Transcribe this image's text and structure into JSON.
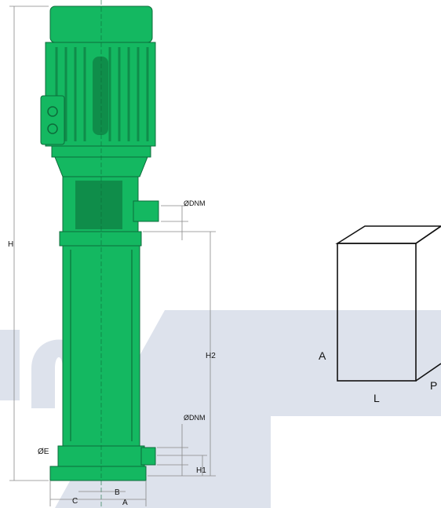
{
  "colors": {
    "pump_body": "#14b861",
    "pump_dark": "#0f8d4a",
    "pump_outline": "#0d6b3a",
    "watermark": "#dde2ec",
    "dimension_line": "#888888",
    "label_text": "#111111",
    "box_outline": "#111111"
  },
  "pump_labels": {
    "height_total": "H",
    "outlet_diameter": "ØDNM",
    "pump_height": "H2",
    "inlet_diameter": "ØDNM",
    "base_diameter": "ØE",
    "inlet_height": "H1",
    "base_c": "C",
    "base_b": "B",
    "base_a": "A"
  },
  "package_labels": {
    "height": "A",
    "length": "L",
    "depth": "P"
  }
}
